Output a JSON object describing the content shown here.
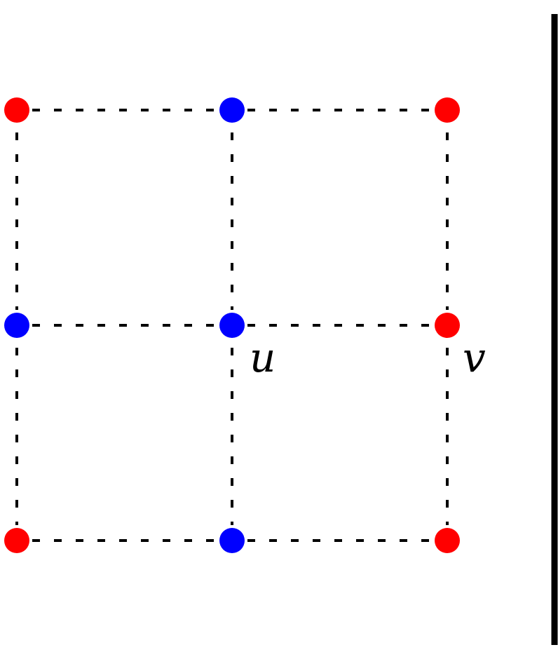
{
  "graph": {
    "colors": {
      "red": "#ff0000",
      "blue": "#0000ff",
      "edge": "#000000",
      "divider": "#000000"
    },
    "grid": {
      "rows": 3,
      "cols": 3,
      "vertex_colors": [
        [
          "red",
          "blue",
          "red"
        ],
        [
          "blue",
          "blue",
          "red"
        ],
        [
          "red",
          "blue",
          "red"
        ]
      ]
    },
    "labels": {
      "u": "u",
      "v": "v"
    }
  }
}
